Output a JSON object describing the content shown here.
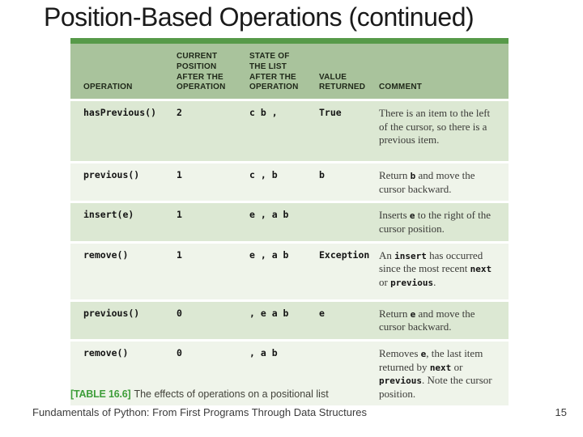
{
  "slide": {
    "title": "Position-Based Operations (continued)",
    "footer": {
      "text": "Fundamentals of Python: From First Programs Through Data Structures",
      "page_number": "15"
    }
  },
  "caption": {
    "label": "[TABLE 16.6]",
    "text": "The effects of operations on a positional list"
  },
  "colors": {
    "table_bar_green": "#579a49",
    "header_bg_green": "#a9c39c",
    "row_green": "#dce8d3",
    "row_light_green": "#eff4ea",
    "caption_green": "#3e9e3a"
  },
  "table": {
    "headers": [
      "OPERATION",
      "CURRENT\nPOSITION\nAFTER THE\nOPERATION",
      "STATE OF\nTHE LIST\nAFTER THE\nOPERATION",
      "VALUE\nRETURNED",
      "COMMENT"
    ],
    "rows": [
      {
        "operation": "hasPrevious()",
        "position": "2",
        "state": "c b ,",
        "value": "True",
        "comment": [
          {
            "t": "There is an item to the left of the cursor, so there is a previous item."
          }
        ]
      },
      {
        "operation": "previous()",
        "position": "1",
        "state": "c , b",
        "value": "b",
        "comment": [
          {
            "t": "Return "
          },
          {
            "t": "b",
            "code": true
          },
          {
            "t": " and move the cursor backward."
          }
        ]
      },
      {
        "operation": "insert(e)",
        "position": "1",
        "state": "e , a b",
        "value": "",
        "comment": [
          {
            "t": "Inserts "
          },
          {
            "t": "e",
            "code": true
          },
          {
            "t": " to the right of the cursor position."
          }
        ]
      },
      {
        "operation": "remove()",
        "position": "1",
        "state": "e , a b",
        "value": "Exception",
        "comment": [
          {
            "t": "An "
          },
          {
            "t": "insert",
            "code": true
          },
          {
            "t": " has occurred since the most recent "
          },
          {
            "t": "next",
            "code": true
          },
          {
            "t": " or "
          },
          {
            "t": "previous",
            "code": true
          },
          {
            "t": "."
          }
        ]
      },
      {
        "operation": "previous()",
        "position": "0",
        "state": ", e a b",
        "value": "e",
        "comment": [
          {
            "t": "Return "
          },
          {
            "t": "e",
            "code": true
          },
          {
            "t": " and move the cursor backward."
          }
        ]
      },
      {
        "operation": "remove()",
        "position": "0",
        "state": ", a b",
        "value": "",
        "comment": [
          {
            "t": "Removes "
          },
          {
            "t": "e",
            "code": true
          },
          {
            "t": ", the last item returned by "
          },
          {
            "t": "next",
            "code": true
          },
          {
            "t": " or "
          },
          {
            "t": "previous",
            "code": true
          },
          {
            "t": ". Note the cursor position."
          }
        ]
      }
    ]
  }
}
